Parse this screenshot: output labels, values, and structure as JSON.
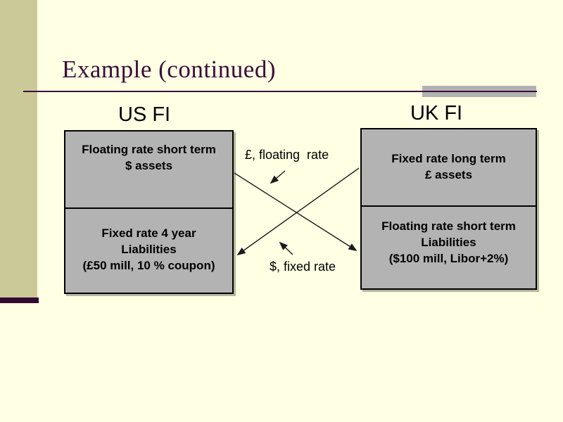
{
  "slide": {
    "title": "Example (continued)",
    "colors": {
      "background": "#FFFFE3",
      "sidebar": "#CBC998",
      "accent_dark": "#330A32",
      "title_text": "#3A0E3C",
      "box_fill": "#B3B3B3",
      "box_border": "#000000",
      "rule_accent_gray": "#B1B1B1",
      "text": "#000000"
    }
  },
  "diagram": {
    "us_fi": {
      "label": "US FI",
      "assets_lines": [
        "Floating rate short term",
        "$ assets"
      ],
      "liabilities_lines": [
        "Fixed rate 4 year",
        "Liabilities",
        "(£50 mill, 10 % coupon)"
      ]
    },
    "uk_fi": {
      "label": "UK FI",
      "assets_lines": [
        "Fixed rate long term",
        "£ assets"
      ],
      "liabilities_lines": [
        "Floating rate short term",
        "Liabilities",
        "($100 mill, Libor+2%)"
      ]
    },
    "flows": {
      "pound_label": "£, floating  rate",
      "dollar_label": "$, fixed rate"
    }
  }
}
